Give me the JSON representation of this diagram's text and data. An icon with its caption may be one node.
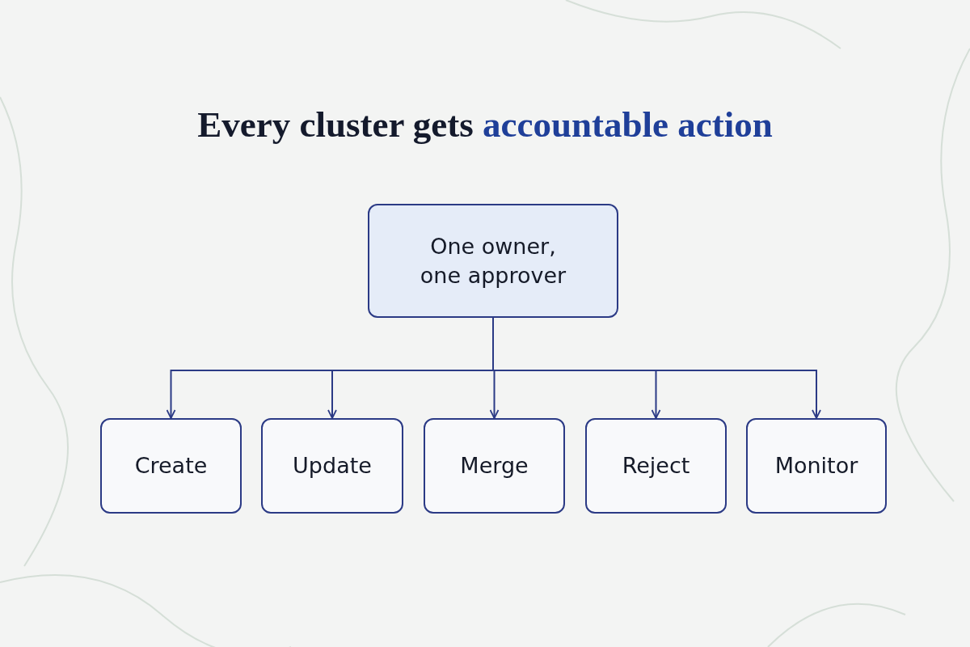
{
  "diagram": {
    "title": "Every cluster gets **accountable action**",
    "nodes": [
      {
        "text": [
          "One owner, one approver"
        ]
      },
      {
        "text": [
          "Create"
        ]
      },
      {
        "text": [
          "Update"
        ]
      },
      {
        "text": [
          "Merge"
        ]
      },
      {
        "text": [
          "Reject"
        ]
      },
      {
        "text": [
          "Monitor"
        ]
      }
    ],
    "edges": [
      {
        "from": 0,
        "to": 1,
        "arrow": "to"
      },
      {
        "from": 0,
        "to": 2,
        "arrow": "to"
      },
      {
        "from": 0,
        "to": 3,
        "arrow": "to"
      },
      {
        "from": 0,
        "to": 4,
        "arrow": "to"
      },
      {
        "from": 0,
        "to": 5,
        "arrow": "to"
      }
    ]
  }
}
